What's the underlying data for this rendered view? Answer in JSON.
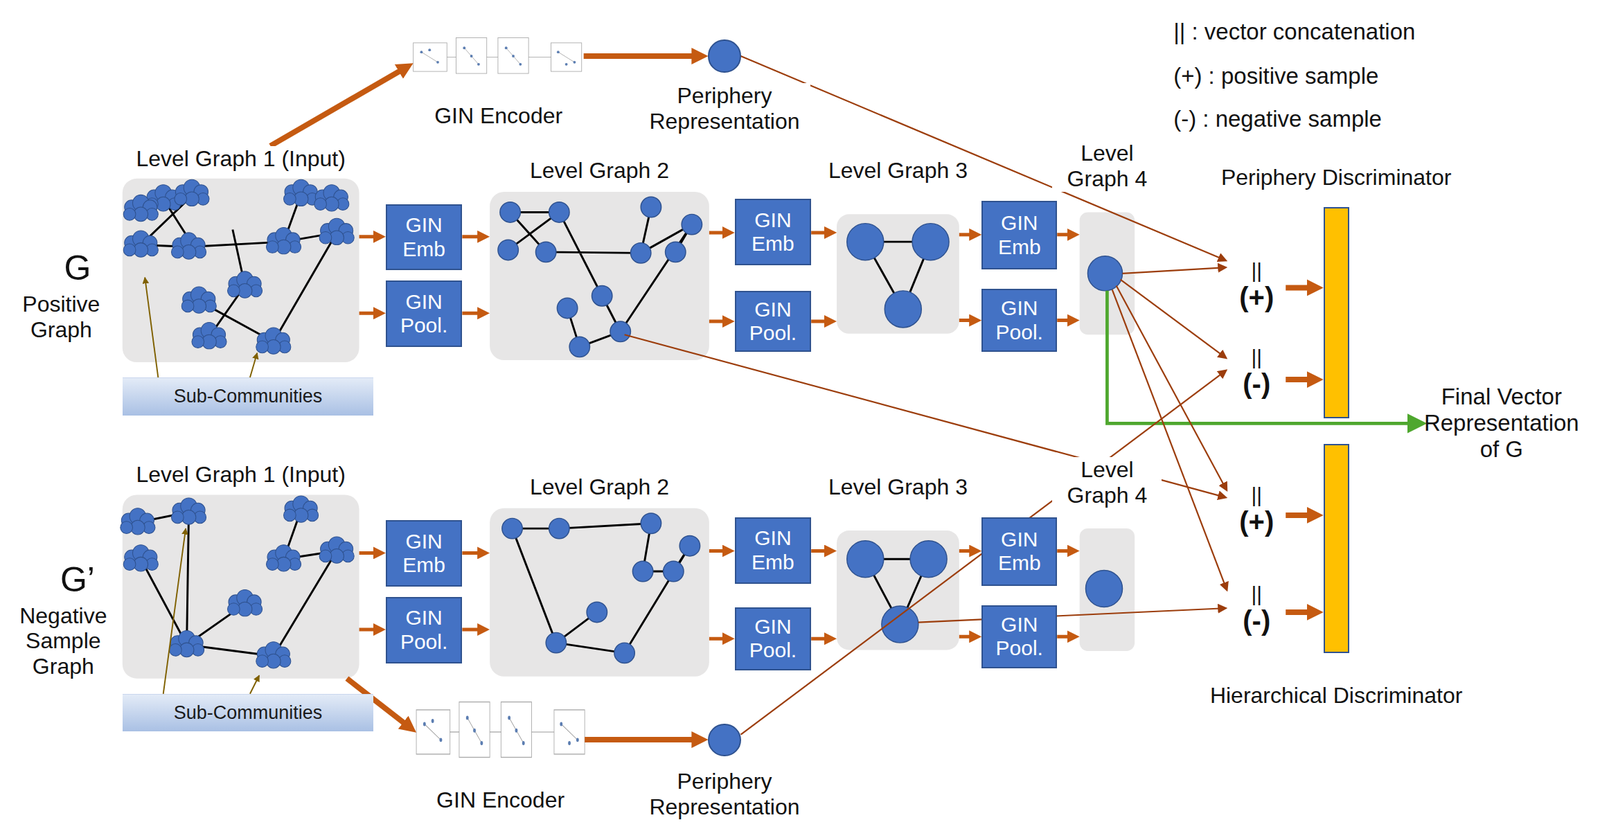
{
  "diagram": {
    "nodes": [
      {
        "text": [
          "Level Graph 1 (Input)"
        ]
      },
      {
        "text": [
          "Sub-Communities"
        ]
      },
      {
        "text": [
          "GIN Emb"
        ]
      },
      {
        "text": [
          "GIN Pool."
        ]
      },
      {
        "text": [
          "Level Graph 2"
        ]
      },
      {
        "text": [
          "GIN Emb"
        ]
      },
      {
        "text": [
          "GIN Pool."
        ]
      },
      {
        "text": [
          "Level Graph 3"
        ]
      },
      {
        "text": [
          "GIN Emb"
        ]
      },
      {
        "text": [
          "GIN Pool."
        ]
      },
      {
        "text": [
          "Level Graph 4"
        ]
      },
      {
        "text": [
          "GIN Encoder"
        ]
      },
      {
        "text": [
          "Periphery Representation"
        ]
      },
      {
        "text": [
          "Periphery Discriminator"
        ]
      },
      {
        "text": [
          "||",
          "(+)"
        ]
      },
      {
        "text": [
          "||",
          "(-)"
        ]
      },
      {
        "text": [
          "Hierarchical Discriminator"
        ]
      },
      {
        "text": [
          "||",
          "(+)"
        ]
      },
      {
        "text": [
          "||",
          "(-)"
        ]
      },
      {
        "text": [
          "Level Graph 1 (Input)"
        ]
      },
      {
        "text": [
          "Sub-Communities"
        ]
      },
      {
        "text": [
          "GIN Emb"
        ]
      },
      {
        "text": [
          "GIN Pool."
        ]
      },
      {
        "text": [
          "Level Graph 2"
        ]
      },
      {
        "text": [
          "GIN Emb"
        ]
      },
      {
        "text": [
          "GIN Pool."
        ]
      },
      {
        "text": [
          "Level Graph 3"
        ]
      },
      {
        "text": [
          "GIN Emb"
        ]
      },
      {
        "text": [
          "GIN Pool."
        ]
      },
      {
        "text": [
          "Level Graph 4"
        ]
      },
      {
        "text": [
          "GIN Encoder"
        ]
      },
      {
        "text": [
          "Periphery Representation"
        ]
      }
    ],
    "edges": [
      {
        "from": 0,
        "to": 2,
        "arrow": "to"
      },
      {
        "from": 0,
        "to": 3,
        "arrow": "to"
      },
      {
        "from": 2,
        "to": 4,
        "arrow": "to"
      },
      {
        "from": 3,
        "to": 4,
        "arrow": "to"
      },
      {
        "from": 4,
        "to": 5,
        "arrow": "to"
      },
      {
        "from": 4,
        "to": 6,
        "arrow": "to"
      },
      {
        "from": 5,
        "to": 7,
        "arrow": "to"
      },
      {
        "from": 6,
        "to": 7,
        "arrow": "to"
      },
      {
        "from": 7,
        "to": 8,
        "arrow": "to"
      },
      {
        "from": 7,
        "to": 9,
        "arrow": "to"
      },
      {
        "from": 8,
        "to": 10,
        "arrow": "to"
      },
      {
        "from": 9,
        "to": 10,
        "arrow": "to"
      },
      {
        "from": 19,
        "to": 21,
        "arrow": "to"
      },
      {
        "from": 19,
        "to": 22,
        "arrow": "to"
      },
      {
        "from": 21,
        "to": 23,
        "arrow": "to"
      },
      {
        "from": 22,
        "to": 23,
        "arrow": "to"
      },
      {
        "from": 23,
        "to": 24,
        "arrow": "to"
      },
      {
        "from": 23,
        "to": 25,
        "arrow": "to"
      },
      {
        "from": 24,
        "to": 26,
        "arrow": "to"
      },
      {
        "from": 25,
        "to": 26,
        "arrow": "to"
      },
      {
        "from": 26,
        "to": 27,
        "arrow": "to"
      },
      {
        "from": 26,
        "to": 28,
        "arrow": "to"
      },
      {
        "from": 27,
        "to": 29,
        "arrow": "to"
      },
      {
        "from": 28,
        "to": 29,
        "arrow": "to"
      },
      {
        "from": 0,
        "to": 11,
        "arrow": "to"
      },
      {
        "from": 11,
        "to": 12,
        "arrow": "to"
      },
      {
        "from": 19,
        "to": 30,
        "arrow": "to"
      },
      {
        "from": 30,
        "to": 31,
        "arrow": "to"
      },
      {
        "from": 12,
        "to": 14,
        "arrow": "to"
      },
      {
        "from": 10,
        "to": 14,
        "arrow": "to"
      },
      {
        "from": 10,
        "to": 15,
        "arrow": "to"
      },
      {
        "from": 31,
        "to": 15,
        "arrow": "to"
      },
      {
        "from": 14,
        "to": 13,
        "arrow": "to"
      },
      {
        "from": 15,
        "to": 13,
        "arrow": "to"
      },
      {
        "from": 4,
        "to": 17,
        "arrow": "to"
      },
      {
        "from": 10,
        "to": 17,
        "arrow": "to"
      },
      {
        "from": 10,
        "to": 18,
        "arrow": "to"
      },
      {
        "from": 26,
        "to": 18,
        "arrow": "to"
      },
      {
        "from": 17,
        "to": 16,
        "arrow": "to"
      },
      {
        "from": 18,
        "to": 16,
        "arrow": "to"
      }
    ],
    "labels": [
      "G",
      "Positive Graph",
      "G’",
      "Negative Sample Graph",
      "Final Vector Representation of G"
    ],
    "legend": [
      {
        "text": "|| : vector concatenation"
      },
      {
        "text": "(+) : positive sample"
      },
      {
        "text": "(-) : negative sample"
      }
    ]
  }
}
